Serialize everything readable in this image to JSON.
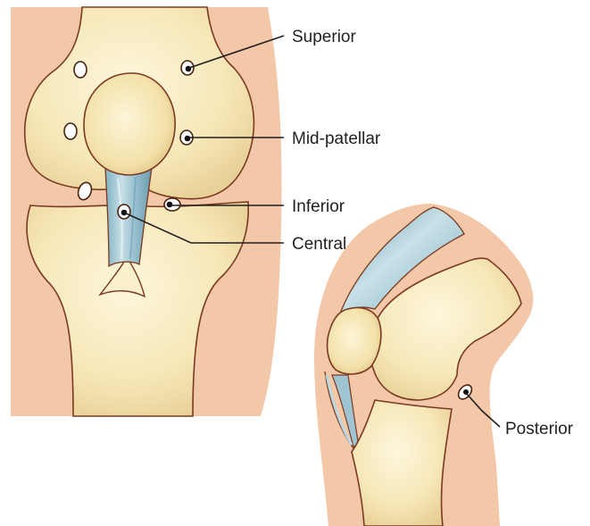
{
  "labels": {
    "superior": "Superior",
    "mid_patellar": "Mid-patellar",
    "inferior": "Inferior",
    "central": "Central",
    "posterior": "Posterior"
  },
  "colors": {
    "background": "#ffffff",
    "skin": "#f2c8a8",
    "bone_light": "#fbf0cc",
    "bone_shadow": "#e9d29a",
    "bone_outline": "#7a3a22",
    "tendon": "#a9cbd6",
    "tendon_dark": "#5f93a6",
    "portal_ring": "#ffffff",
    "portal_dot": "#111111",
    "leader_line": "#231f20"
  }
}
